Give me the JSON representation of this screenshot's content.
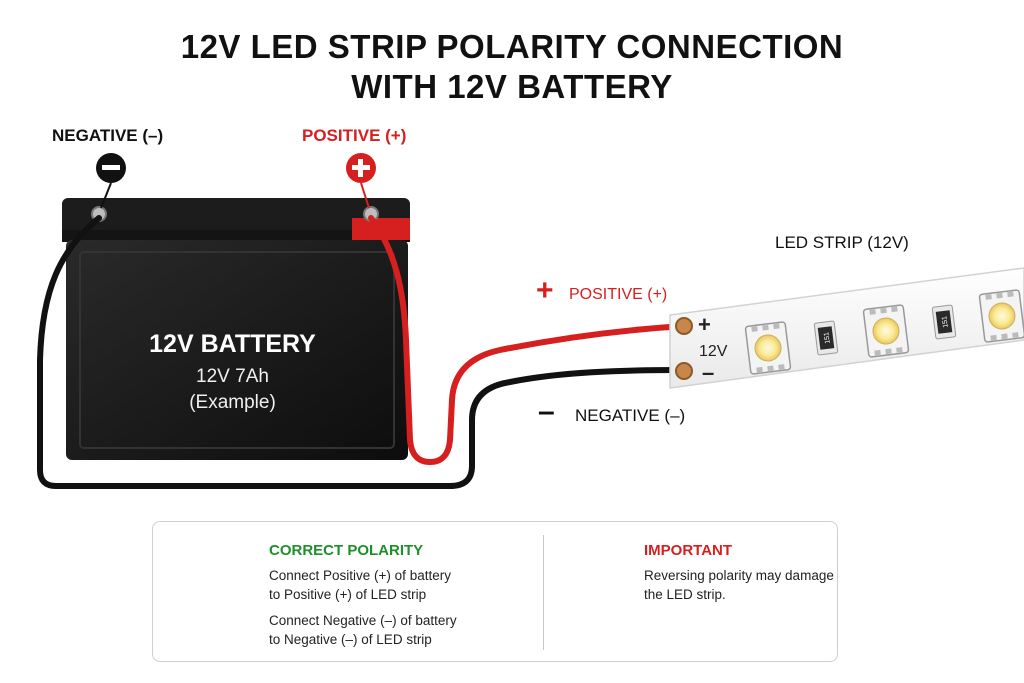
{
  "title": {
    "line1": "12V LED STRIP POLARITY CONNECTION",
    "line2": "WITH 12V BATTERY"
  },
  "battery": {
    "negative_label": "NEGATIVE (–)",
    "positive_label": "POSITIVE (+)",
    "name": "12V BATTERY",
    "spec": "12V 7Ah",
    "note": "(Example)",
    "negative_symbol": "–",
    "positive_symbol": "+"
  },
  "strip": {
    "label": "LED STRIP (12V)",
    "plus": "+",
    "voltage": "12V",
    "minus": "–",
    "resistor_code": "151"
  },
  "wires": {
    "positive_sign": "+",
    "positive_label": "POSITIVE (+)",
    "negative_sign": "–",
    "negative_label": "NEGATIVE (–)",
    "red_color": "#d61f1f",
    "black_color": "#111111"
  },
  "info": {
    "correct_title": "CORRECT POLARITY",
    "correct_lines": [
      "Connect Positive (+) of battery",
      "to Positive (+) of LED strip",
      "Connect Negative (–) of battery",
      "to Negative (–) of LED strip"
    ],
    "important_title": "IMPORTANT",
    "important_lines": [
      "Reversing polarity may damage",
      "the LED strip."
    ],
    "icons": [
      "check-circle-icon",
      "warning-triangle-icon"
    ],
    "green": "#1f8f2c",
    "red": "#d61f1f"
  }
}
